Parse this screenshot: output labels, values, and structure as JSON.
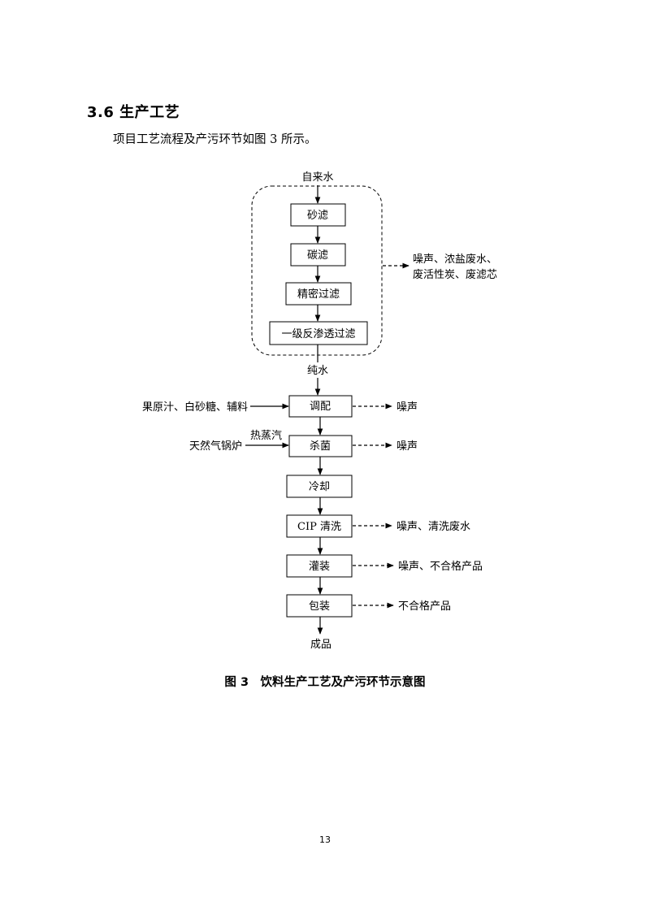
{
  "section": {
    "heading": "3.6 生产工艺",
    "intro": "项目工艺流程及产污环节如图 3 所示。"
  },
  "flow": {
    "input_top": "自来水",
    "pretreatment_steps": [
      "砂滤",
      "碳滤",
      "精密过滤",
      "一级反渗透过滤"
    ],
    "pretreatment_output_line1": "噪声、浓盐废水、",
    "pretreatment_output_line2": "废活性炭、废滤芯",
    "intermediate": "纯水",
    "main_steps": [
      "调配",
      "杀菌",
      "冷却",
      "CIP 清洗",
      "灌装",
      "包装"
    ],
    "side_inputs": {
      "mixing": "果原汁、白砂糖、辅料",
      "sterilize_source": "天然气锅炉",
      "sterilize_medium": "热蒸汽"
    },
    "outputs": {
      "mixing": "噪声",
      "sterilize": "噪声",
      "cip": "噪声、清洗废水",
      "filling": "噪声、不合格产品",
      "packing": "不合格产品"
    },
    "final": "成品"
  },
  "caption": "图 3　饮料生产工艺及产污环节示意图",
  "page_number": "13"
}
